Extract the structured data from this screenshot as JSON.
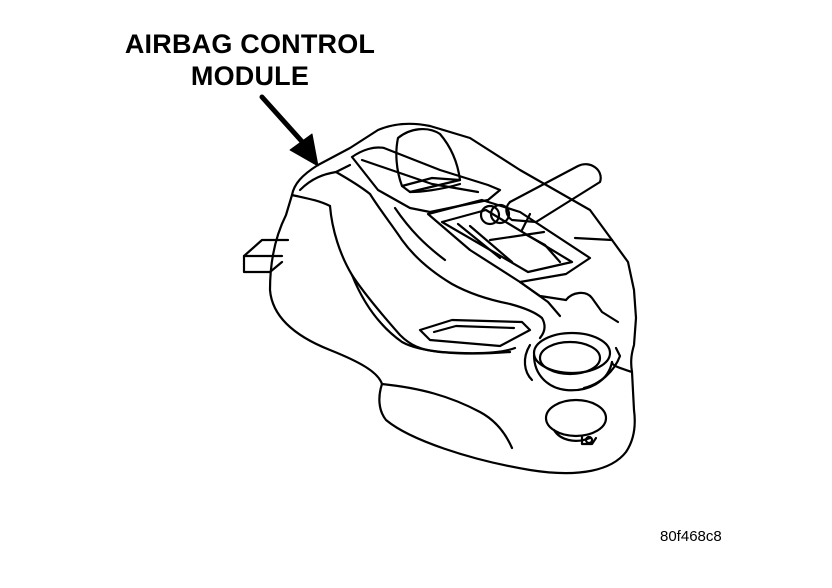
{
  "diagram": {
    "callout": {
      "line1": "AIRBAG CONTROL",
      "line2": "MODULE"
    },
    "figure_id": "80f468c8",
    "colors": {
      "ink": "#000000",
      "paper": "#ffffff"
    }
  }
}
